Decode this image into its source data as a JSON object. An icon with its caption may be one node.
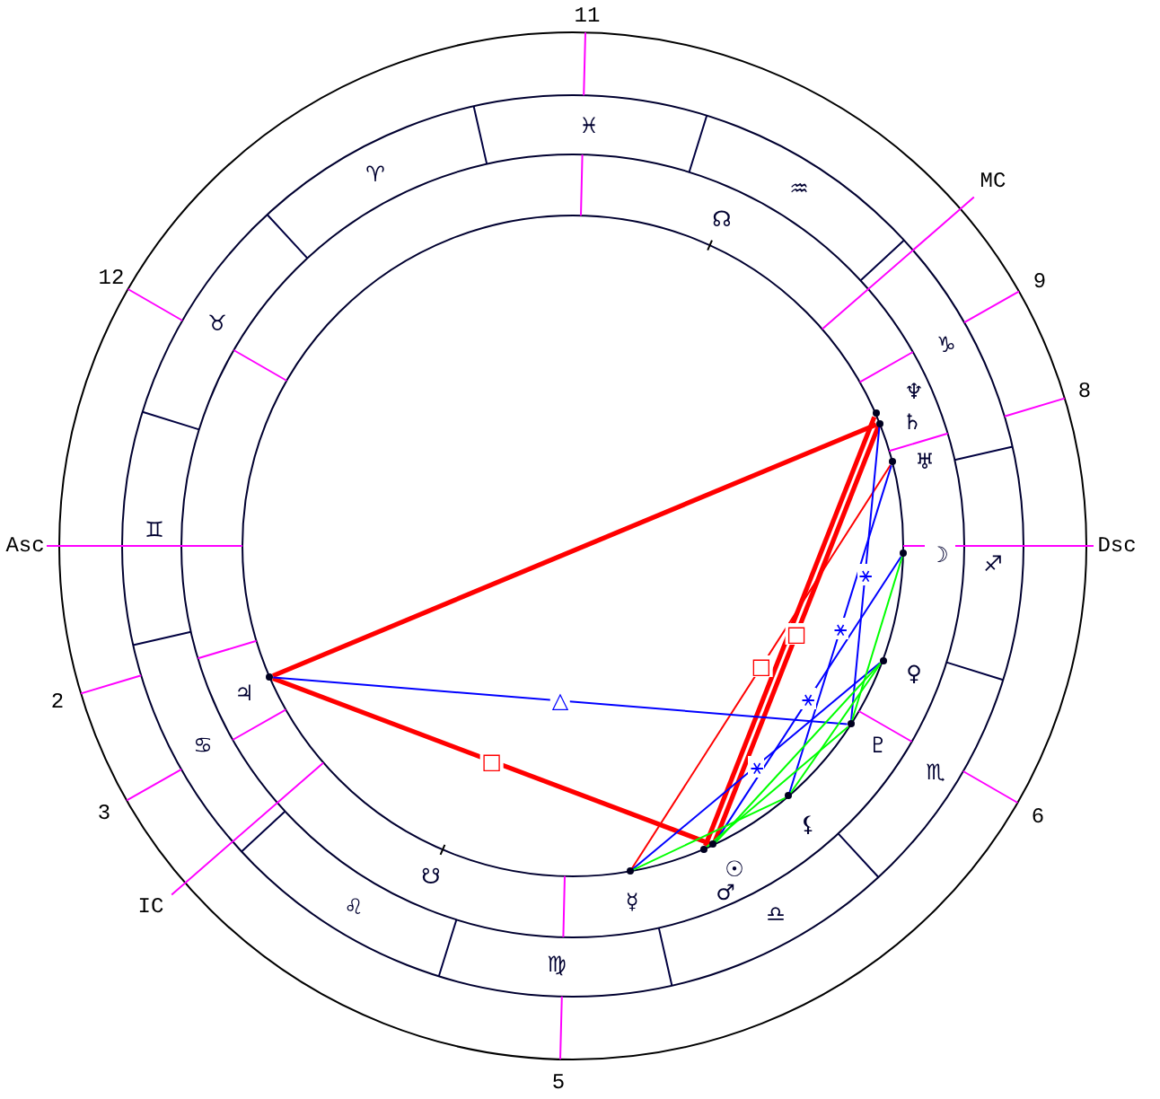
{
  "diagram": {
    "nodes": [
      {
        "text": [],
        "shape": "circle",
        "beside": [
          "♆"
        ]
      },
      {
        "text": [],
        "shape": "circle",
        "beside": [
          "♄"
        ]
      },
      {
        "text": [],
        "shape": "circle",
        "beside": [
          "♅"
        ]
      },
      {
        "text": [],
        "shape": "circle",
        "beside": [
          "☽"
        ]
      },
      {
        "text": [],
        "shape": "circle",
        "beside": [
          "♀"
        ]
      },
      {
        "text": [],
        "shape": "circle",
        "beside": [
          "♃"
        ]
      },
      {
        "text": [],
        "shape": "circle",
        "beside": [
          "♇"
        ]
      },
      {
        "text": [],
        "shape": "circle",
        "beside": [
          "⚸"
        ]
      },
      {
        "text": [],
        "shape": "circle",
        "beside": [
          "☉"
        ]
      },
      {
        "text": [],
        "shape": "circle",
        "beside": [
          "♂"
        ]
      },
      {
        "text": [],
        "shape": "circle",
        "beside": [
          "☿"
        ]
      }
    ],
    "edges": [
      {
        "from": 5,
        "to": 1,
        "arrow": "none",
        "style": "thick",
        "color": "#ff0000"
      },
      {
        "from": 5,
        "to": 8,
        "arrow": "none",
        "style": "thick",
        "color": "#ff0000",
        "label": "□"
      },
      {
        "from": 1,
        "to": 8,
        "arrow": "none",
        "style": "thick",
        "color": "#ff0000",
        "label": "□"
      },
      {
        "from": 0,
        "to": 9,
        "arrow": "none",
        "style": "thick",
        "color": "#ff0000"
      },
      {
        "from": 2,
        "to": 10,
        "arrow": "none",
        "color": "#ff0000",
        "label": "□"
      },
      {
        "from": 5,
        "to": 6,
        "arrow": "none",
        "color": "#0000ff",
        "label": "△"
      },
      {
        "from": 10,
        "to": 4,
        "arrow": "none",
        "color": "#0000ff",
        "label": "⚹"
      },
      {
        "from": 8,
        "to": 3,
        "arrow": "none",
        "color": "#0000ff",
        "label": "⚹"
      },
      {
        "from": 7,
        "to": 2,
        "arrow": "none",
        "color": "#0000ff",
        "label": "⚹"
      },
      {
        "from": 6,
        "to": 1,
        "arrow": "none",
        "color": "#0000ff",
        "label": "⚹"
      },
      {
        "from": 10,
        "to": 7,
        "arrow": "none",
        "color": "#00ff00"
      },
      {
        "from": 8,
        "to": 4,
        "arrow": "none",
        "color": "#00ff00"
      },
      {
        "from": 9,
        "to": 6,
        "arrow": "none",
        "color": "#00ff00"
      },
      {
        "from": 7,
        "to": 4,
        "arrow": "none",
        "color": "#00ff00"
      },
      {
        "from": 6,
        "to": 3,
        "arrow": "none",
        "color": "#00ff00"
      }
    ],
    "labels": [
      "11",
      "♓",
      "♈",
      "MC",
      "♒",
      "☊",
      "12",
      "9",
      "♉",
      "♑",
      "8",
      "♊",
      "Asc",
      "Dsc",
      "♐",
      "2",
      "♋",
      "♏",
      "3",
      "6",
      "☋",
      "IC",
      "♌",
      "♎",
      "♍",
      "5"
    ]
  }
}
